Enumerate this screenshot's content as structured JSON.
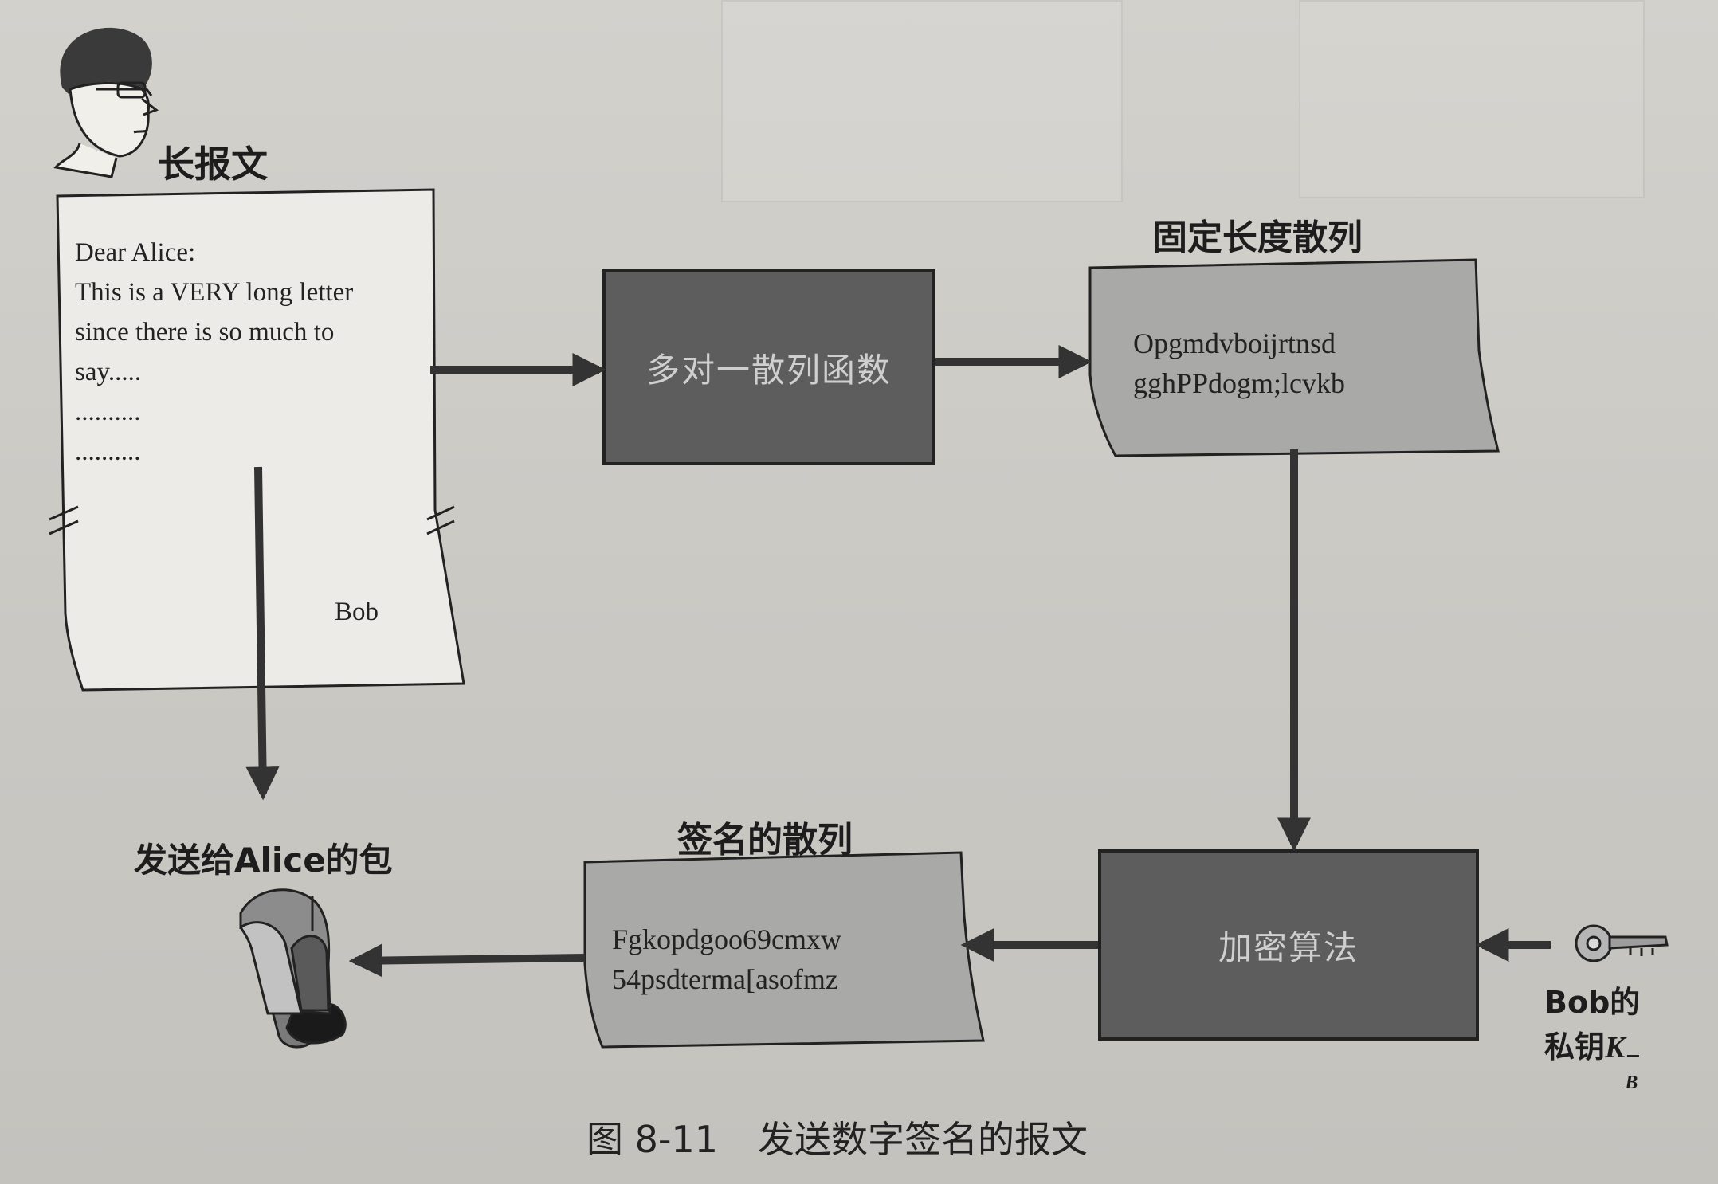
{
  "labels": {
    "long_message": "长报文",
    "fixed_hash": "固定长度散列",
    "signed_hash": "签名的散列",
    "package": "发送给Alice的包",
    "bob_key_line1": "Bob的",
    "bob_key_line2": "私钥",
    "key_symbol": "K",
    "key_superscript": "−",
    "key_subscript": "B"
  },
  "letter": {
    "lines": [
      "Dear Alice:",
      "This is a VERY long letter",
      "since there is so much to",
      "say.....",
      "..........",
      ".........."
    ],
    "signature": "Bob"
  },
  "boxes": {
    "hash_function": "多对一散列函数",
    "encryption": "加密算法"
  },
  "hash_text": [
    "Opgmdvboijrtnsd",
    "gghPPdogm;lcvkb"
  ],
  "signed_text": [
    "Fgkopdgoo69cmxw",
    "54psdterma[asofmz"
  ],
  "caption": {
    "number": "图 8-11",
    "text": "发送数字签名的报文"
  },
  "colors": {
    "dark_box": "#5d5d5d",
    "doc_fill": "#a9a9a7",
    "letter_fill": "#ecebe7",
    "arrow": "#3a3a3a"
  },
  "icons": [
    "person-portrait-icon",
    "key-icon",
    "mailbox-icon"
  ]
}
